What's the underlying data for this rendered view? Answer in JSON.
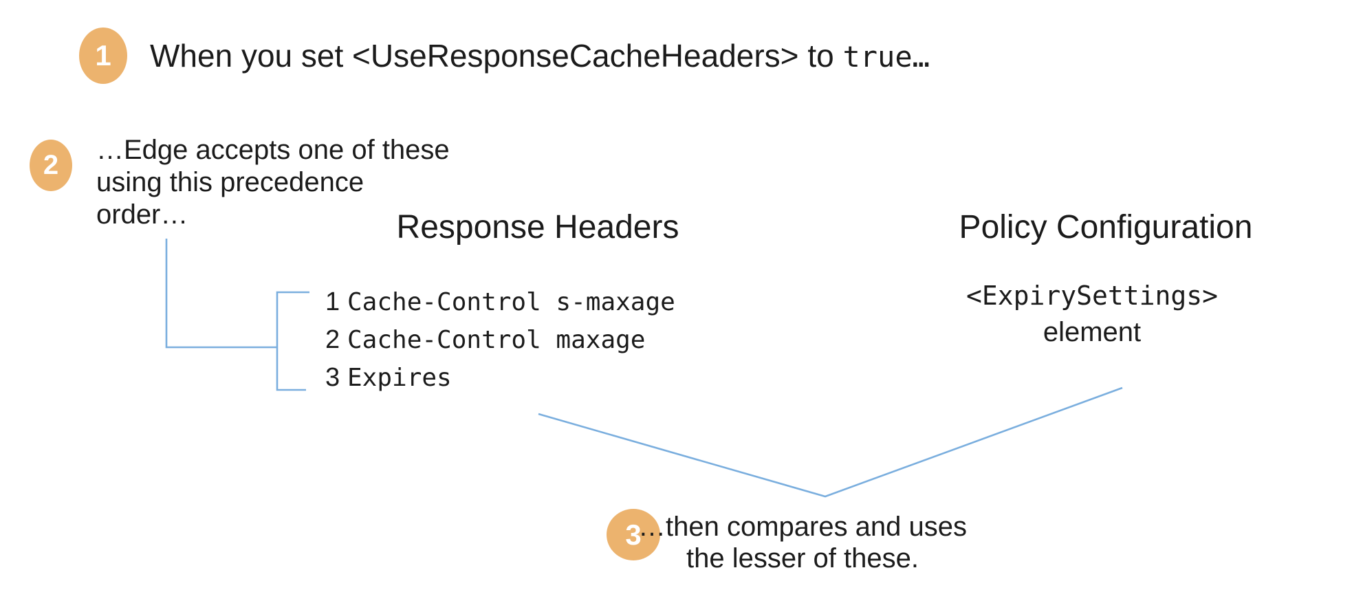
{
  "colors": {
    "step_badge_orange": "#ecb36e",
    "connector_blue": "#7aaede",
    "text_black": "#1b1b1b",
    "background": "#ffffff"
  },
  "steps": [
    {
      "number": "1",
      "text_prefix": "When you set <UseResponseCacheHeaders> to ",
      "code": "true…"
    },
    {
      "number": "2",
      "lines": [
        "…Edge accepts one of these",
        "using this precedence",
        "order…"
      ]
    },
    {
      "number": "3",
      "lines": [
        "…then compares and uses",
        "the lesser of these."
      ]
    }
  ],
  "response_headers": {
    "title": "Response Headers",
    "items": [
      {
        "rank": "1",
        "code": "Cache-Control s-maxage"
      },
      {
        "rank": "2",
        "code": "Cache-Control maxage"
      },
      {
        "rank": "3",
        "code": "Expires"
      }
    ]
  },
  "policy_configuration": {
    "title": "Policy Configuration",
    "code": "<ExpirySettings>",
    "caption": "element"
  }
}
